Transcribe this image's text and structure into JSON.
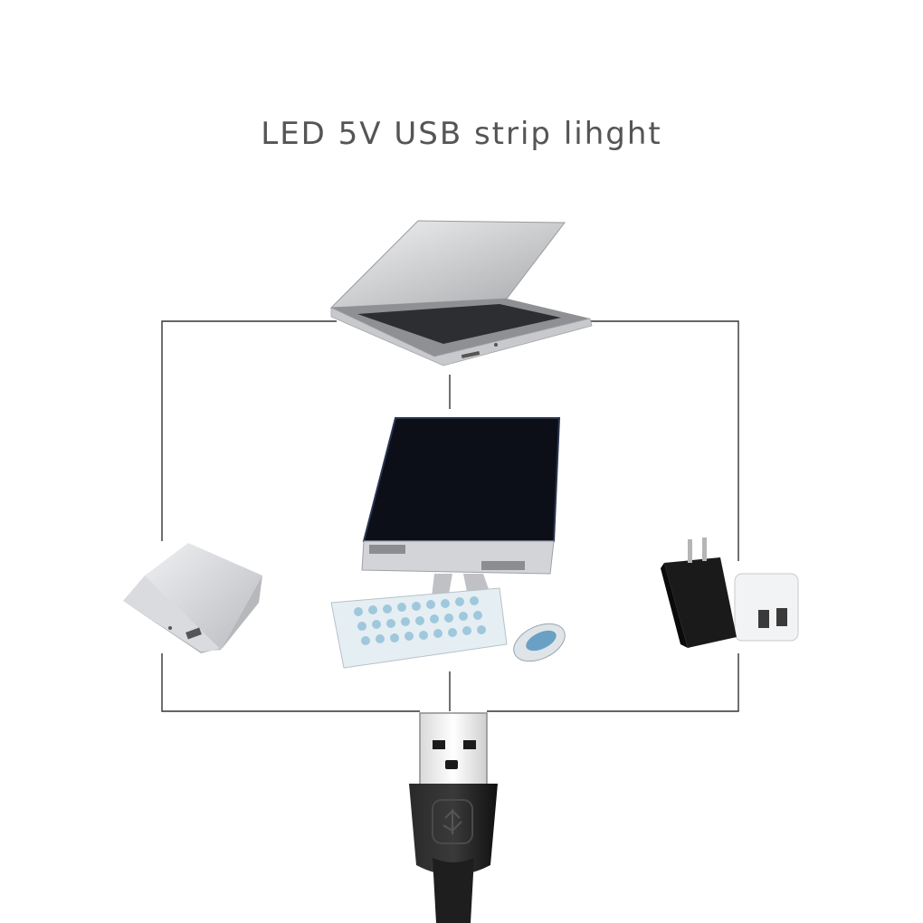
{
  "title": "LED 5V USB strip lihght",
  "devices": [
    {
      "id": "laptop",
      "icon": "laptop-icon"
    },
    {
      "id": "desktop",
      "icon": "desktop-computer-icon"
    },
    {
      "id": "power-bank",
      "icon": "power-bank-icon"
    },
    {
      "id": "wall-charger",
      "icon": "usb-wall-charger-icon"
    },
    {
      "id": "usb-plug",
      "icon": "usb-plug-icon"
    }
  ],
  "colors": {
    "text": "#555555",
    "connector_line": "#333333",
    "silver": "#c8c9cc",
    "screen": "#0c0f17",
    "plug_black": "#1b1b1b"
  }
}
